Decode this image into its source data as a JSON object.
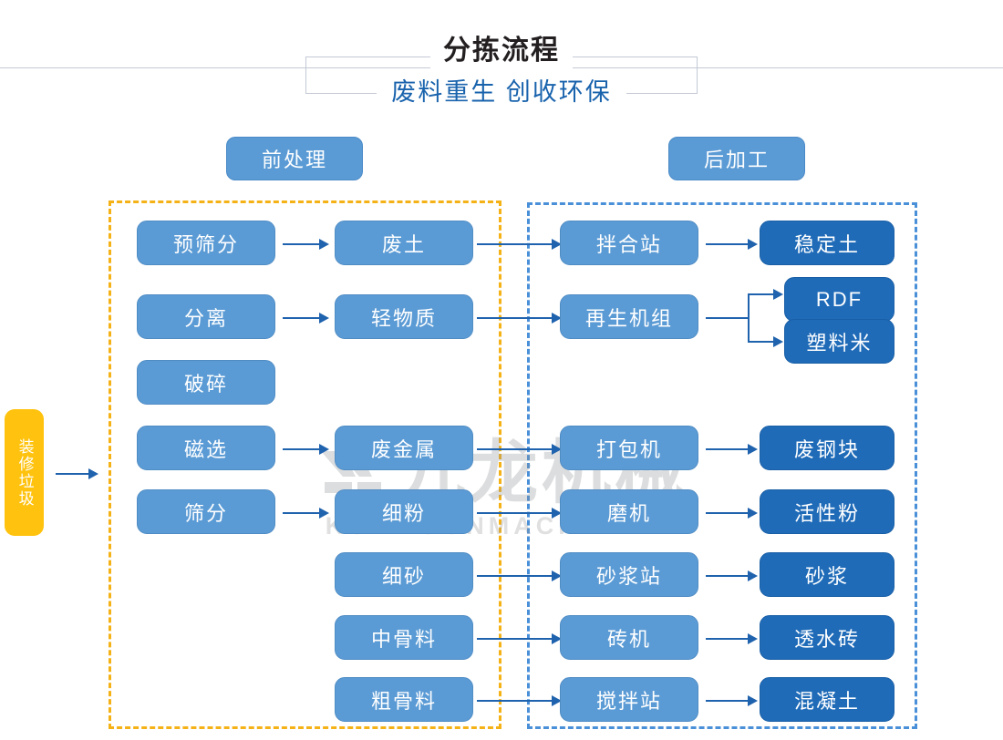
{
  "header": {
    "title": "分拣流程",
    "subtitle": "废料重生 创收环保"
  },
  "sections": {
    "pre_label": "前处理",
    "post_label": "后加工"
  },
  "input": {
    "label": "装修垃圾"
  },
  "watermark": {
    "cn": "九龙机械",
    "en": "KOWLOONMACHINERY"
  },
  "colors": {
    "node_light": "#5b9bd5",
    "node_dark": "#1f6bb8",
    "input_orange": "#ffc20e",
    "zone_pre_border": "#f5b217",
    "zone_post_border": "#4a90d9",
    "arrow": "#1f62ad",
    "title_main": "#231f20",
    "title_sub": "#1963ad"
  },
  "flow": {
    "pre_process": [
      {
        "label": "预筛分"
      },
      {
        "label": "分离"
      },
      {
        "label": "破碎"
      },
      {
        "label": "磁选"
      },
      {
        "label": "筛分"
      }
    ],
    "materials": [
      {
        "label": "废土"
      },
      {
        "label": "轻物质"
      },
      {
        "label": "废金属"
      },
      {
        "label": "细粉"
      },
      {
        "label": "细砂"
      },
      {
        "label": "中骨料"
      },
      {
        "label": "粗骨料"
      }
    ],
    "post_process": [
      {
        "label": "拌合站"
      },
      {
        "label": "再生机组"
      },
      {
        "label": "打包机"
      },
      {
        "label": "磨机"
      },
      {
        "label": "砂浆站"
      },
      {
        "label": "砖机"
      },
      {
        "label": "搅拌站"
      }
    ],
    "products": [
      {
        "label": "稳定土"
      },
      {
        "label": "RDF"
      },
      {
        "label": "塑料米"
      },
      {
        "label": "废钢块"
      },
      {
        "label": "活性粉"
      },
      {
        "label": "砂浆"
      },
      {
        "label": "透水砖"
      },
      {
        "label": "混凝土"
      }
    ]
  }
}
